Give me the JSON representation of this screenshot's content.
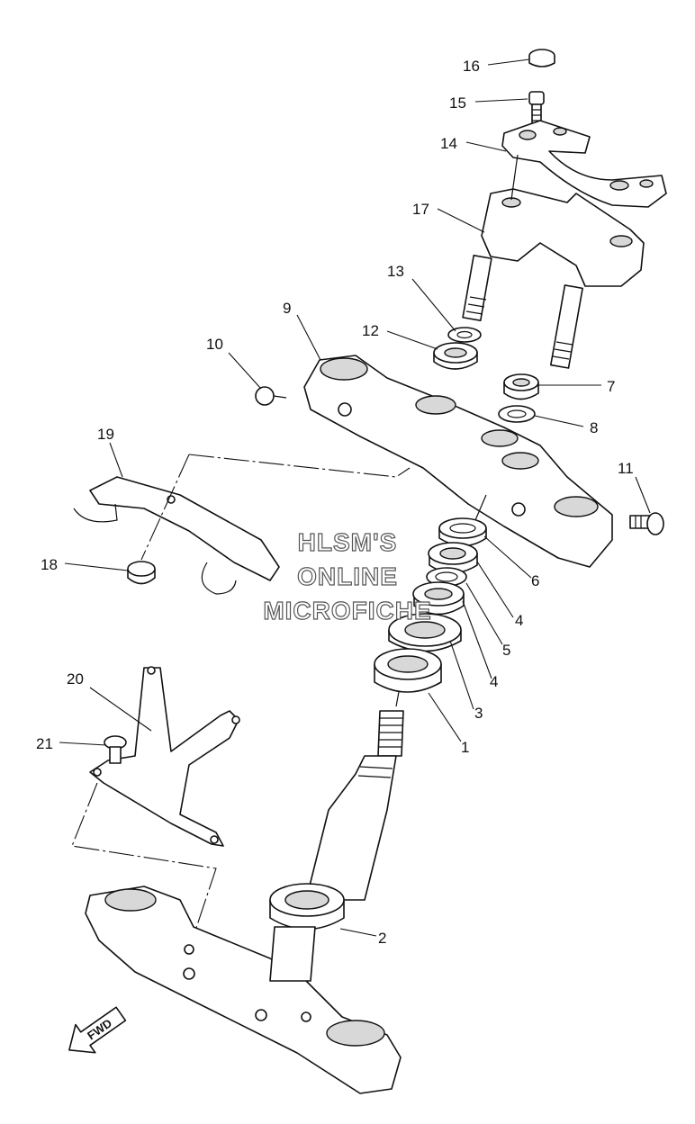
{
  "callouts": [
    "16",
    "15",
    "14",
    "17",
    "13",
    "12",
    "9",
    "10",
    "7",
    "8",
    "19",
    "11",
    "18",
    "6",
    "4",
    "5",
    "4",
    "3",
    "1",
    "20",
    "21",
    "2"
  ],
  "watermark": {
    "line1": "HLSM'S",
    "line2": "ONLINE",
    "line3": "MICROFICHE"
  },
  "direction_badge": "FWD"
}
